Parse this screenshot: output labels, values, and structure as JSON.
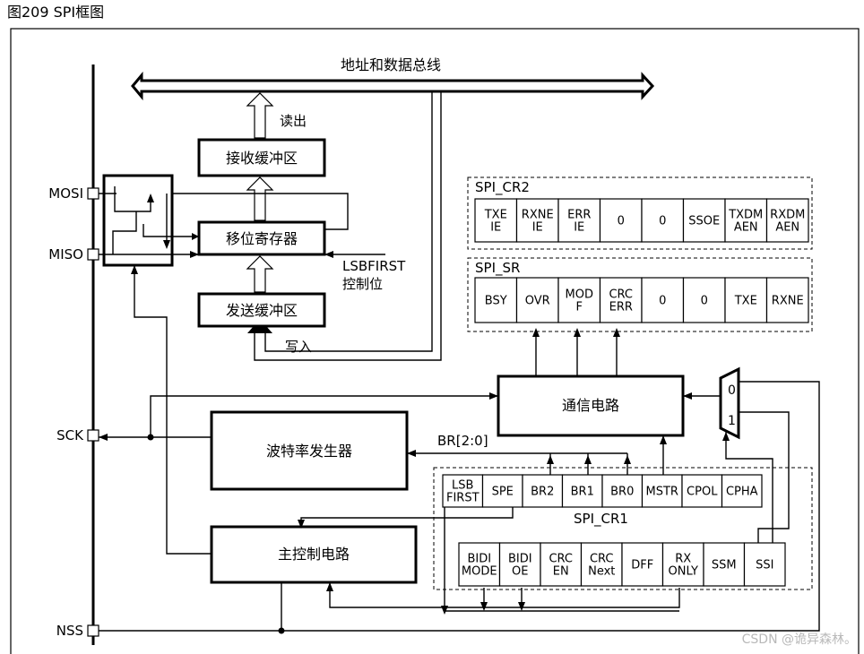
{
  "figure": {
    "caption": "图209    SPI框图"
  },
  "bus": {
    "label": "地址和数据总线"
  },
  "blocks": {
    "rx_buffer": "接收缓冲区",
    "shift_register": "移位寄存器",
    "tx_buffer": "发送缓冲区",
    "comm_circuit": "通信电路",
    "baud_generator": "波特率发生器",
    "master_control": "主控制电路"
  },
  "labels": {
    "read": "读出",
    "write": "写入",
    "lsbfirst_line1": "LSBFIRST",
    "lsbfirst_line2": "控制位",
    "br": "BR[2:0]",
    "mux_0": "0",
    "mux_1": "1"
  },
  "pins": {
    "mosi": "MOSI",
    "miso": "MISO",
    "sck": "SCK",
    "nss": "NSS"
  },
  "registers": {
    "cr2": {
      "name": "SPI_CR2",
      "bits": [
        [
          "TXE",
          "IE"
        ],
        [
          "RXNE",
          "IE"
        ],
        [
          "ERR",
          "IE"
        ],
        [
          "0"
        ],
        [
          "0"
        ],
        [
          "SSOE"
        ],
        [
          "TXDM",
          "AEN"
        ],
        [
          "RXDM",
          "AEN"
        ]
      ]
    },
    "sr": {
      "name": "SPI_SR",
      "bits": [
        [
          "BSY"
        ],
        [
          "OVR"
        ],
        [
          "MOD",
          "F"
        ],
        [
          "CRC",
          "ERR"
        ],
        [
          "0"
        ],
        [
          "0"
        ],
        [
          "TXE"
        ],
        [
          "RXNE"
        ]
      ]
    },
    "cr1": {
      "name": "SPI_CR1",
      "row1": [
        [
          "LSB",
          "FIRST"
        ],
        [
          "SPE"
        ],
        [
          "BR2"
        ],
        [
          "BR1"
        ],
        [
          "BR0"
        ],
        [
          "MSTR"
        ],
        [
          "CPOL"
        ],
        [
          "CPHA"
        ]
      ],
      "row2": [
        [
          "BIDI",
          "MODE"
        ],
        [
          "BIDI",
          "OE"
        ],
        [
          "CRC",
          "EN"
        ],
        [
          "CRC",
          "Next"
        ],
        [
          "DFF"
        ],
        [
          "RX",
          "ONLY"
        ],
        [
          "SSM"
        ],
        [
          "SSI"
        ]
      ]
    }
  },
  "watermark": "CSDN @诡异森林。"
}
